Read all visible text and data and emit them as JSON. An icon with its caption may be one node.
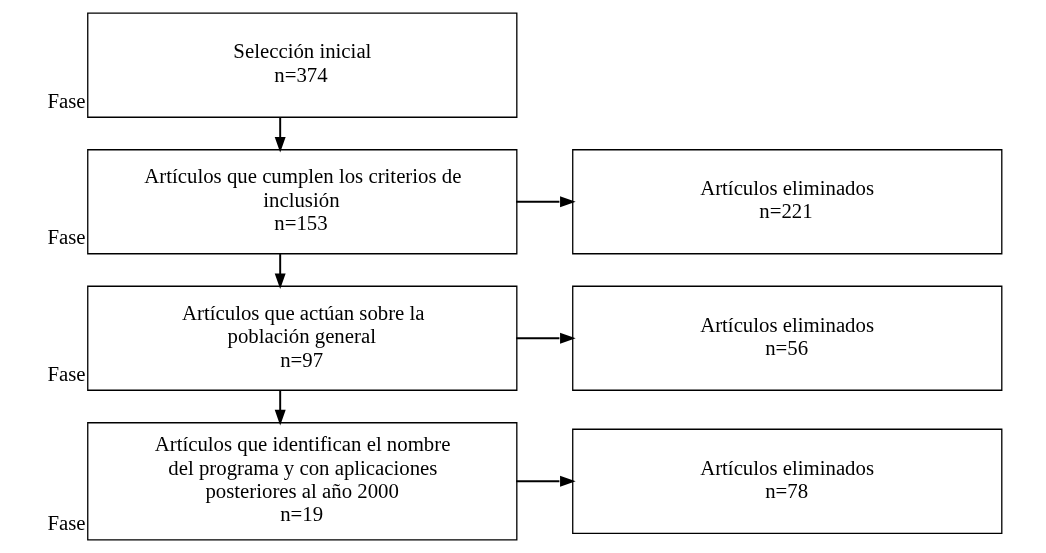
{
  "diagram": {
    "nodes": [
      {
        "text": [
          "Selección inicial",
          "n=374"
        ],
        "beside": [
          "Fase"
        ]
      },
      {
        "text": [
          "Artículos que cumplen los criterios de inclusión",
          "n=153"
        ],
        "beside": [
          "Fase"
        ]
      },
      {
        "text": [
          "Artículos eliminados",
          "n=221"
        ]
      },
      {
        "text": [
          "Artículos que actúan sobre la población general",
          "n=97"
        ],
        "beside": [
          "Fase"
        ]
      },
      {
        "text": [
          "Artículos eliminados",
          "n=56"
        ]
      },
      {
        "text": [
          "Artículos que identifican el nombre del programa y con aplicaciones posteriores al año 2000",
          "n=19"
        ],
        "beside": [
          "Fase"
        ]
      },
      {
        "text": [
          "Artículos eliminados",
          "n=78"
        ]
      }
    ],
    "edges": [
      {
        "from": 0,
        "to": 1,
        "arrow": "to"
      },
      {
        "from": 1,
        "to": 2,
        "arrow": "to"
      },
      {
        "from": 1,
        "to": 3,
        "arrow": "to"
      },
      {
        "from": 3,
        "to": 4,
        "arrow": "to"
      },
      {
        "from": 3,
        "to": 5,
        "arrow": "to"
      },
      {
        "from": 5,
        "to": 6,
        "arrow": "to"
      }
    ]
  }
}
